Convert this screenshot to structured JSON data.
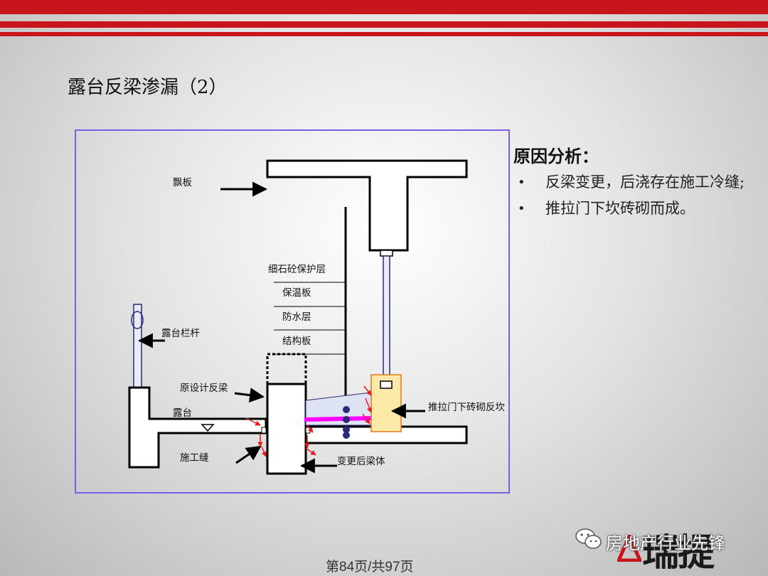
{
  "slide": {
    "title": "露台反梁渗漏（2）",
    "footer": "第84页/共97页"
  },
  "diagram": {
    "labels": {
      "piaoban": "飘板",
      "protect_layer": "细石砼保护层",
      "insulation": "保温板",
      "waterproof": "防水层",
      "structure": "结构板",
      "railing": "露台栏杆",
      "original_beam": "原设计反梁",
      "terrace": "露台",
      "construction_joint": "施工缝",
      "changed_beam": "变更后梁体",
      "brick_curb": "推拉门下砖砌反坎"
    }
  },
  "analysis": {
    "heading": "原因分析：",
    "bullets": [
      "反梁变更，后浇存在施工冷缝;",
      "推拉门下坎砖砌而成。"
    ]
  },
  "brand": {
    "logo_text": "瑞提",
    "watermark": "房地产行业先锋"
  },
  "colors": {
    "band": "#c8141b",
    "frame": "#7c5ce8",
    "seepage": "#e8191f",
    "membrane": "#ff00ff",
    "brick": "#fce9a8"
  }
}
